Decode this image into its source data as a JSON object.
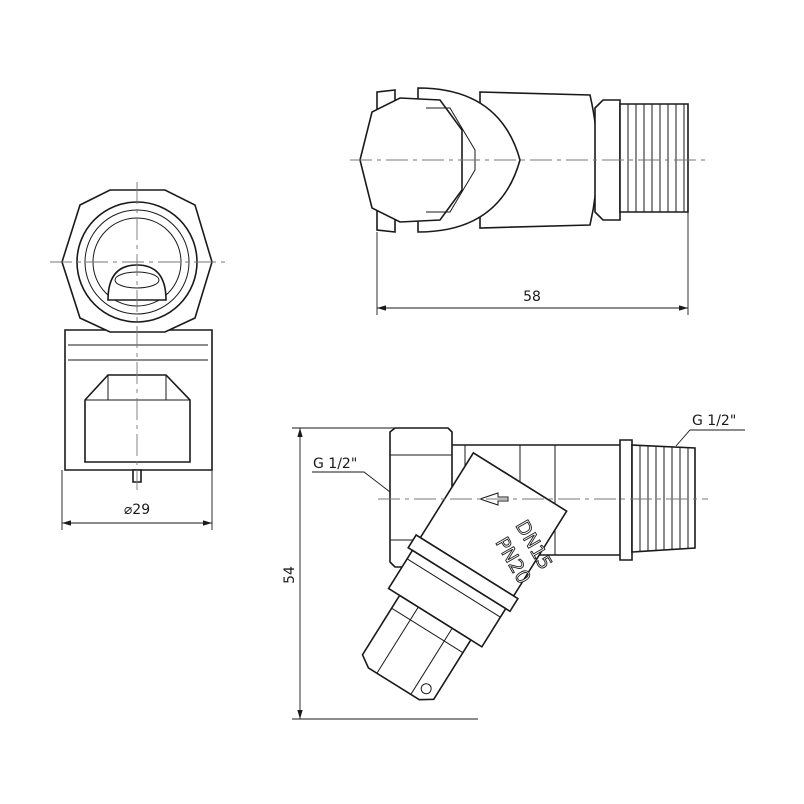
{
  "drawing": {
    "end_view": {
      "diameter_label": "⌀29"
    },
    "top_view": {
      "length_label": "58"
    },
    "side_view": {
      "height_label": "54",
      "inlet_thread_label": "G 1/2\"",
      "outlet_thread_label": "G 1/2\"",
      "marking_line1": "DN15",
      "marking_line2": "PN20"
    }
  }
}
